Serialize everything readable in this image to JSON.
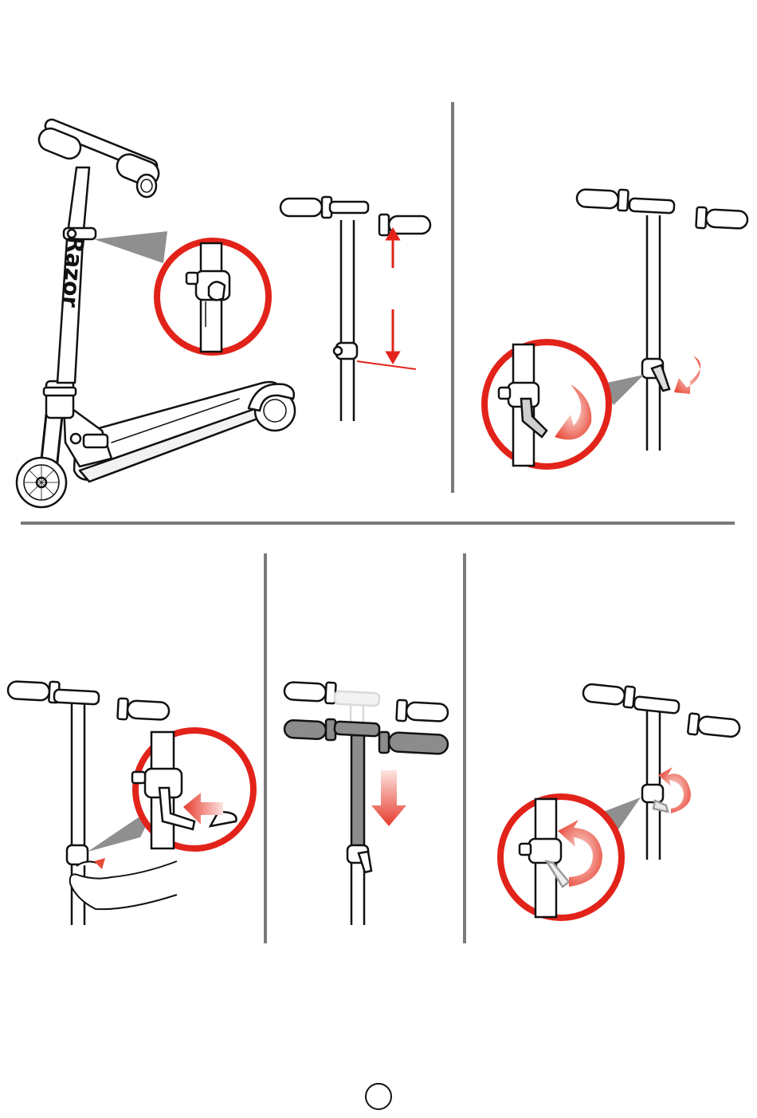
{
  "page": {
    "logo": "Razor",
    "page_number": ""
  },
  "colors": {
    "accent": "#e2231a",
    "divider": "#7a7a7a",
    "line": "#111111",
    "faded": "#d9d9d9",
    "dark_grip": "#8c8c8c",
    "callout": "#8f8f8f"
  },
  "steps": [
    {
      "id": "step-1",
      "illustration": "scooter-with-clamp-detail"
    },
    {
      "id": "step-2",
      "illustration": "open-clamp-lever"
    },
    {
      "id": "step-3",
      "illustration": "press-release-button"
    },
    {
      "id": "step-4",
      "illustration": "lower-handlebar"
    },
    {
      "id": "step-5",
      "illustration": "close-clamp-lever"
    }
  ]
}
